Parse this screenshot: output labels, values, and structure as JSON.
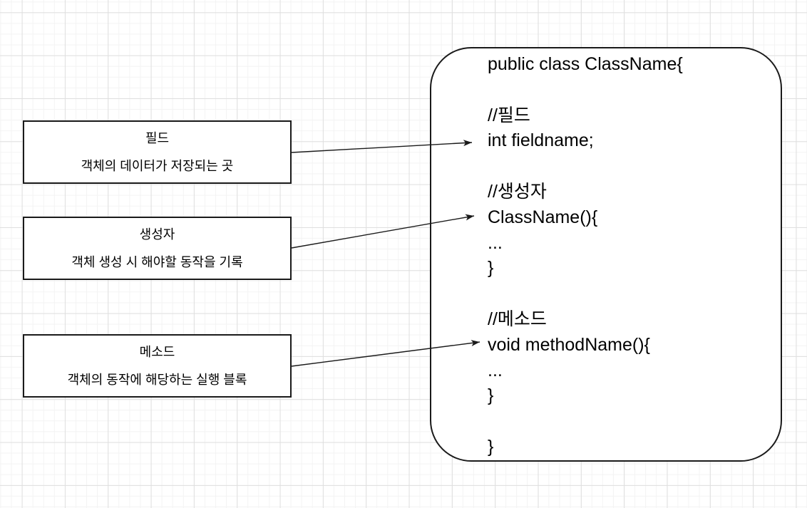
{
  "diagram": {
    "class_box": {
      "lines": [
        "public class ClassName{",
        "",
        "//필드",
        "int fieldname;",
        "",
        "//생성자",
        "ClassName(){",
        "...",
        "}",
        "",
        "//메소드",
        "void methodName(){",
        "...",
        "}",
        "",
        "}"
      ]
    },
    "annotations": [
      {
        "id": "field",
        "title": "필드",
        "description": "객체의 데이터가 저장되는 곳",
        "points_to": "int fieldname;"
      },
      {
        "id": "constructor",
        "title": "생성자",
        "description": "객체 생성 시 해야할 동작을 기록",
        "points_to": "ClassName(){"
      },
      {
        "id": "method",
        "title": "메소드",
        "description": "객체의 동작에 해당하는 실행 블록",
        "points_to": "void methodName(){"
      }
    ],
    "colors": {
      "stroke": "#1a1a1a",
      "shape_fill": "#ffffff",
      "text": "#000000",
      "grid_minor": "#f3f3f3",
      "grid_major": "#dfdfdf"
    }
  }
}
